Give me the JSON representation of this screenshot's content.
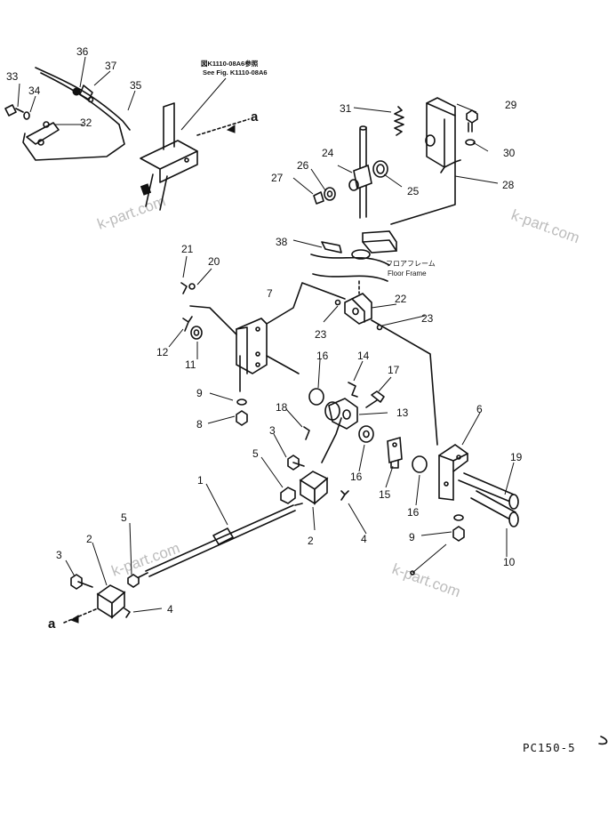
{
  "diagram": {
    "model_code": "PC150-5",
    "reference_jp": "図K1110-08A6参照",
    "reference_en": "See Fig. K1110-08A6",
    "floor_jp": "フロアフレーム",
    "floor_en": "Floor Frame",
    "connection_marker": "a",
    "watermark": "k-part.com"
  },
  "callouts": [
    "1",
    "2",
    "3",
    "4",
    "5",
    "6",
    "7",
    "8",
    "9",
    "10",
    "11",
    "12",
    "13",
    "14",
    "15",
    "16",
    "17",
    "18",
    "19",
    "20",
    "21",
    "22",
    "23",
    "24",
    "25",
    "26",
    "27",
    "28",
    "29",
    "30",
    "31",
    "32",
    "33",
    "34",
    "35",
    "36",
    "37",
    "38"
  ]
}
